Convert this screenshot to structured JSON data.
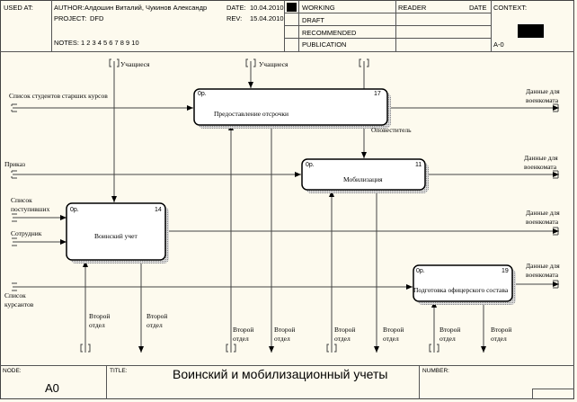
{
  "header": {
    "used_at_label": "USED AT:",
    "author_label": "AUTHOR:",
    "author_value": "Алдошин Виталий, Чукинов Александр",
    "project_label": "PROJECT:",
    "project_value": "DFD",
    "notes_label": "NOTES:",
    "notes_value": "1  2  3  4  5  6  7  8  9  10",
    "date_label": "DATE:",
    "date_value": "10.04.2010",
    "rev_label": "REV:",
    "rev_value": "15.04.2010",
    "status": [
      "WORKING",
      "DRAFT",
      "RECOMMENDED",
      "PUBLICATION"
    ],
    "reader_label": "READER",
    "reader_date_label": "DATE",
    "context_label": "CONTEXT:",
    "context_node": "A-0"
  },
  "diagram": {
    "boxes": [
      {
        "name": "Предоставление отсрочки",
        "number": "17",
        "cost": "0р."
      },
      {
        "name": "Мобилизация",
        "number": "11",
        "cost": "0р."
      },
      {
        "name": "Воинский учет",
        "number": "14",
        "cost": "0р."
      },
      {
        "name": "Подготовка офицерского состава",
        "number": "19",
        "cost": "0р."
      }
    ],
    "arrow_labels": {
      "students_top_1": "Учащиеся",
      "students_top_2": "Учащиеся",
      "senior_list": "Список студентов старших курсов",
      "order": "Приказ",
      "enrollees_list": "Список поступивших",
      "employee": "Сотрудник",
      "cadets_list": "Список курсантов",
      "notifier": "Оповеститель",
      "data_out": "Данные для военкомата",
      "second_dept": "Второй отдел"
    }
  },
  "footer": {
    "node_label": "NODE:",
    "node_value": "A0",
    "title_label": "TITLE:",
    "title_value": "Воинский и мобилизационный учеты",
    "number_label": "NUMBER:"
  }
}
